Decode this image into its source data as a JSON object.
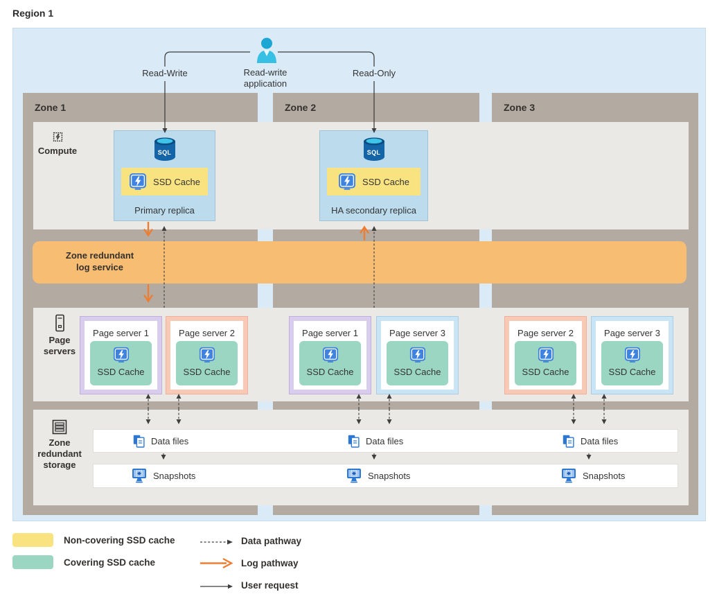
{
  "region": {
    "label": "Region 1"
  },
  "application": {
    "name_line1": "Read-write",
    "name_line2": "application",
    "left_path_label": "Read-Write",
    "right_path_label": "Read-Only"
  },
  "zones": [
    {
      "label": "Zone 1"
    },
    {
      "label": "Zone 2"
    },
    {
      "label": "Zone 3"
    }
  ],
  "sections": {
    "compute": {
      "label": "Compute"
    },
    "log_service": {
      "line1": "Zone redundant",
      "line2": "log service"
    },
    "page_servers": {
      "line1": "Page",
      "line2": "servers"
    },
    "storage": {
      "line1": "Zone",
      "line2": "redundant",
      "line3": "storage"
    }
  },
  "compute": {
    "sql_label": "SQL",
    "replicas": [
      {
        "name": "Primary replica",
        "cache_label": "SSD Cache",
        "cache_type": "non-covering"
      },
      {
        "name": "HA secondary replica",
        "cache_label": "SSD Cache",
        "cache_type": "non-covering"
      }
    ]
  },
  "page_servers": [
    {
      "zone": "Zone 1",
      "title": "Page server 1",
      "cache_label": "SSD Cache",
      "cache_type": "covering"
    },
    {
      "zone": "Zone 1",
      "title": "Page server 2",
      "cache_label": "SSD Cache",
      "cache_type": "covering"
    },
    {
      "zone": "Zone 2",
      "title": "Page server 1",
      "cache_label": "SSD Cache",
      "cache_type": "covering"
    },
    {
      "zone": "Zone 2",
      "title": "Page server 3",
      "cache_label": "SSD Cache",
      "cache_type": "covering"
    },
    {
      "zone": "Zone 3",
      "title": "Page server 2",
      "cache_label": "SSD Cache",
      "cache_type": "covering"
    },
    {
      "zone": "Zone 3",
      "title": "Page server 3",
      "cache_label": "SSD Cache",
      "cache_type": "covering"
    }
  ],
  "storage": {
    "data_files_label": "Data files",
    "snapshots_label": "Snapshots"
  },
  "legend": {
    "swatches": [
      {
        "label": "Non-covering SSD cache",
        "color": "#f9e380"
      },
      {
        "label": "Covering SSD cache",
        "color": "#9ad6c2"
      }
    ],
    "pathways": [
      {
        "label": "Data pathway",
        "style": "dashed-dark"
      },
      {
        "label": "Log pathway",
        "style": "solid-orange"
      },
      {
        "label": "User request",
        "style": "solid-dark"
      }
    ]
  },
  "colors": {
    "region_background": "#daebf7",
    "zone_background": "#b3aba2",
    "section_background": "#eae9e5",
    "log_service_band": "#f7bd72",
    "replica_box": "#bcdcee",
    "non_covering_cache": "#f9e380",
    "covering_cache": "#9ad6c2",
    "page_server_1_accent": "#d8cdec",
    "page_server_2_accent": "#f8c9b4",
    "page_server_3_accent": "#c9e4f5",
    "log_pathway_arrow": "#ed7d31",
    "dark_arrow": "#3f3f3f",
    "azure_icon_blue": "#2e77d0",
    "person_icon": "#38bfe4"
  }
}
